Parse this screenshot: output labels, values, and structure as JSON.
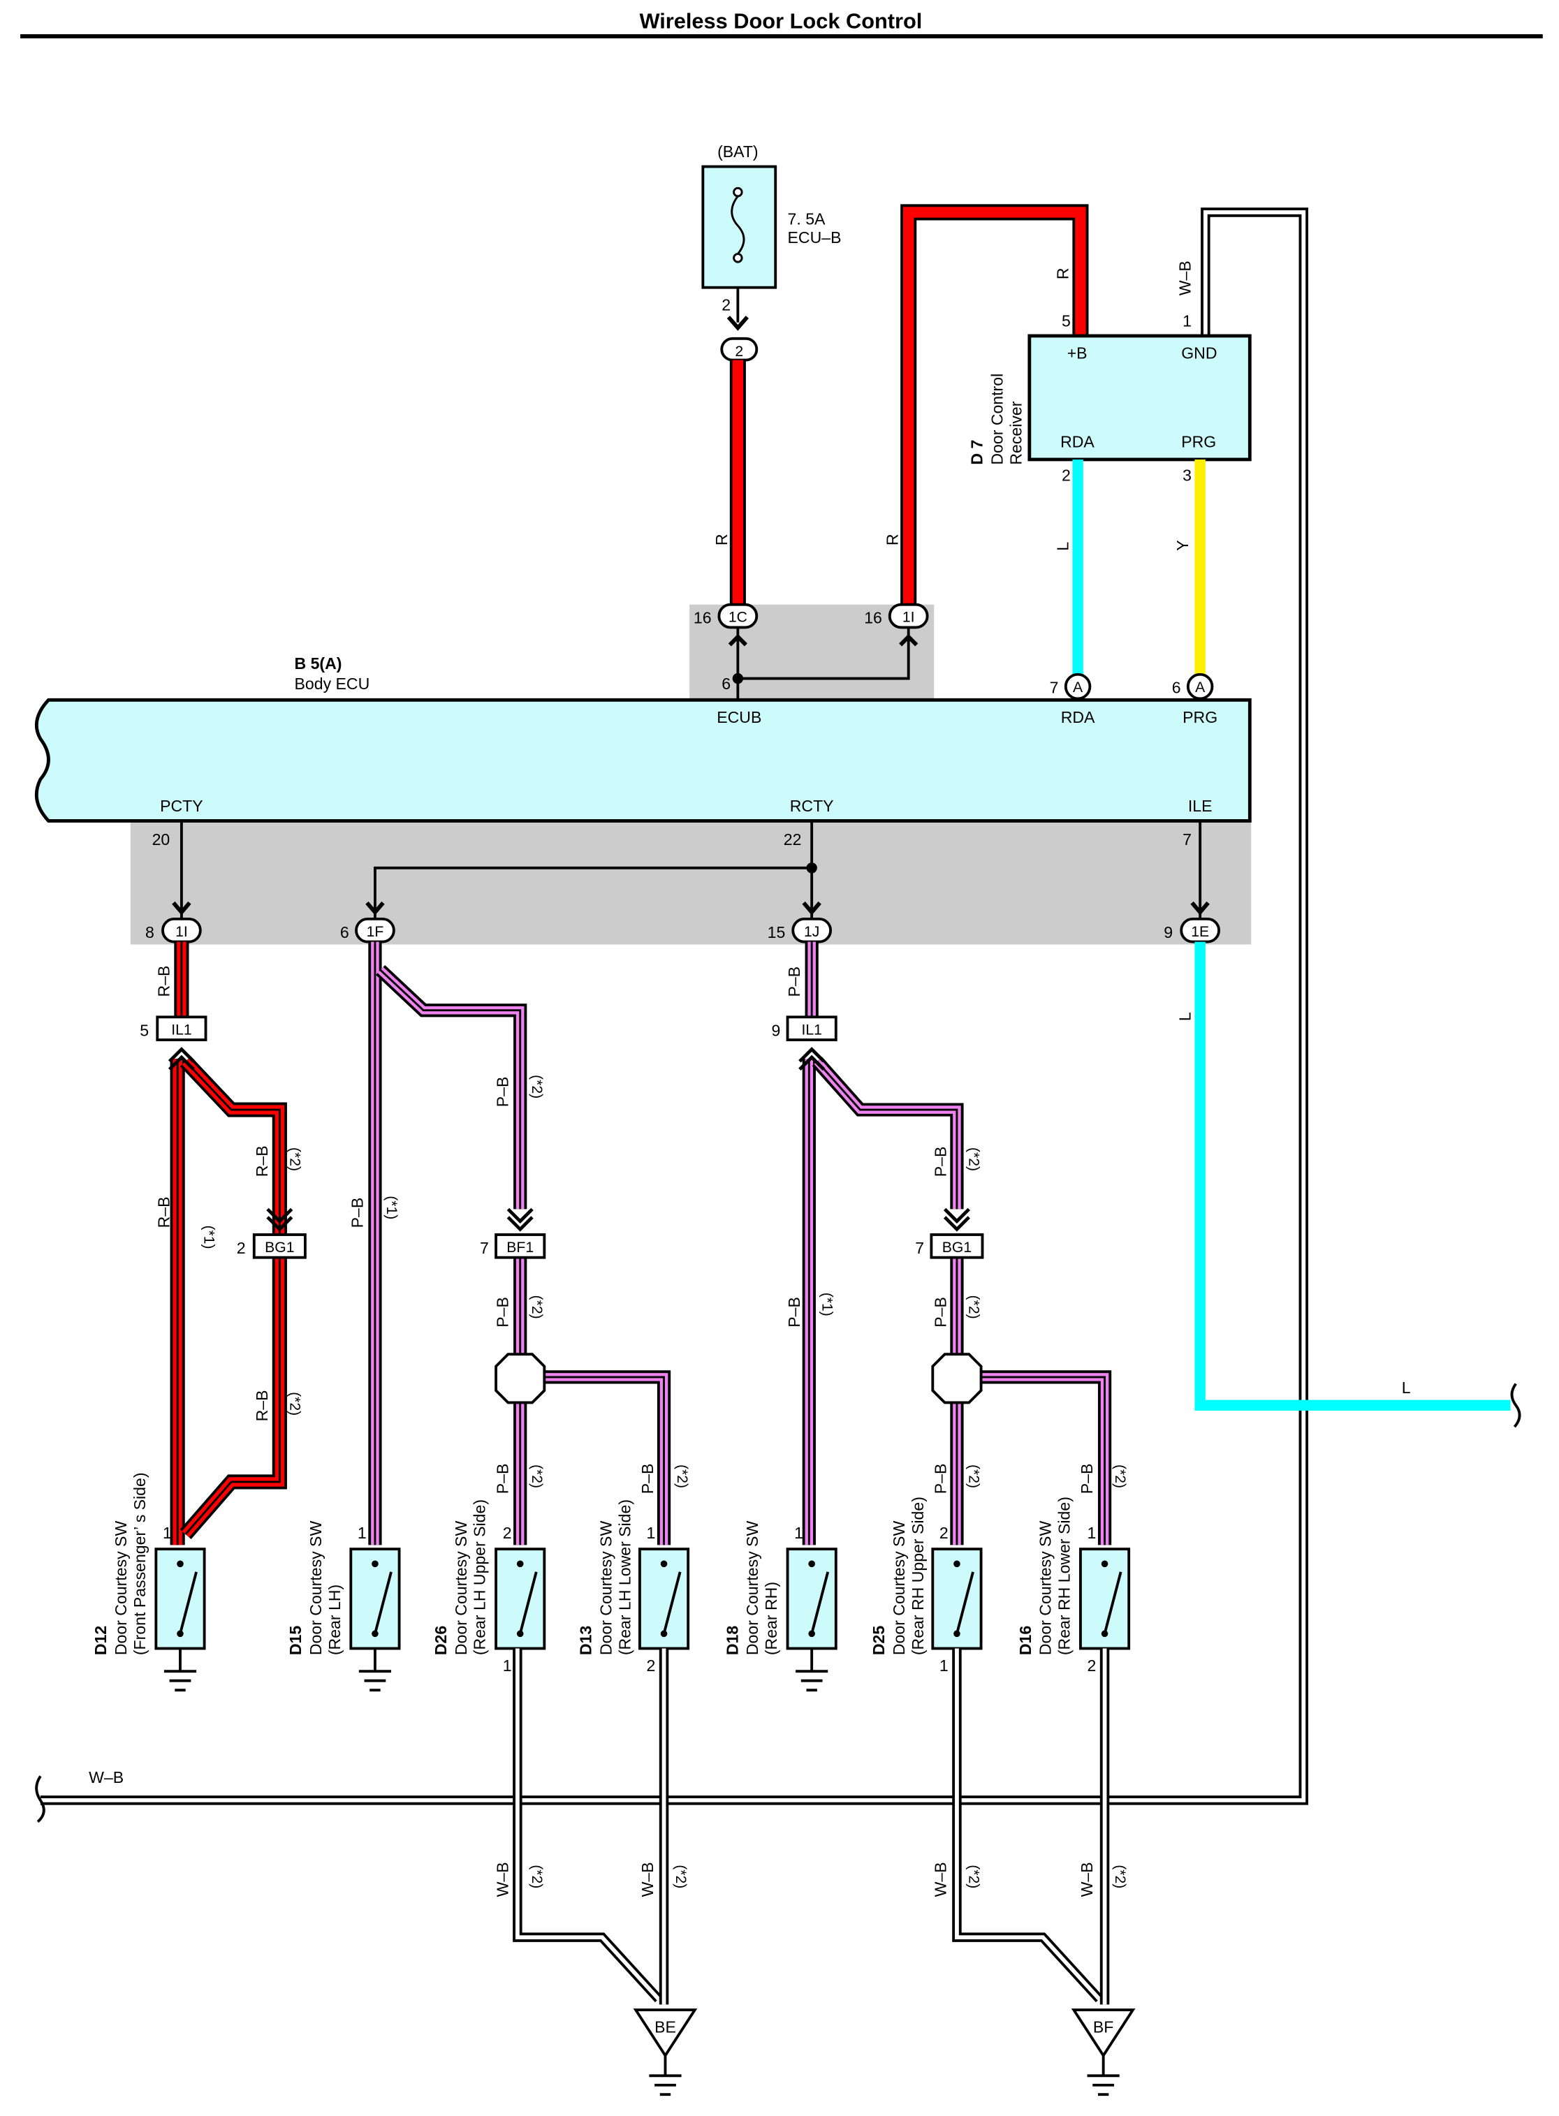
{
  "title": "Wireless Door Lock Control",
  "fuse": {
    "source": "(BAT)",
    "rating": "7. 5A",
    "name": "ECU–B",
    "pin": "2",
    "connector": "2"
  },
  "receiver": {
    "code": "D 7",
    "name_line1": "Door Control",
    "name_line2": "Receiver",
    "terminals": {
      "b": "+B",
      "gnd": "GND",
      "rda": "RDA",
      "prg": "PRG"
    },
    "pins": {
      "b": "5",
      "gnd": "1",
      "rda": "2",
      "prg": "3"
    }
  },
  "ecu": {
    "code": "B 5(A)",
    "name": "Body ECU",
    "terminals": {
      "ecub": "ECUB",
      "rda": "RDA",
      "prg": "PRG",
      "pcty": "PCTY",
      "rcty": "RCTY",
      "ile": "ILE"
    },
    "pins": {
      "ecub": "6",
      "rda": "7",
      "prg": "6",
      "pcty": "20",
      "rcty": "22",
      "ile": "7"
    },
    "ext_connector": "A"
  },
  "top_connectors": [
    {
      "id": "1C",
      "pin": "16"
    },
    {
      "id": "1I",
      "pin": "16"
    }
  ],
  "bottom_connectors": [
    {
      "id": "1I",
      "pin": "8"
    },
    {
      "id": "1F",
      "pin": "6"
    },
    {
      "id": "1J",
      "pin": "15"
    },
    {
      "id": "1E",
      "pin": "9"
    }
  ],
  "junctions": [
    {
      "id": "IL1",
      "pin": "5"
    },
    {
      "id": "IL1",
      "pin": "9"
    },
    {
      "id": "BG1",
      "pin": "2"
    },
    {
      "id": "BF1",
      "pin": "7"
    },
    {
      "id": "BG1",
      "pin": "7"
    }
  ],
  "wire_colors": {
    "r": "R",
    "wb": "W–B",
    "l": "L",
    "y": "Y",
    "rb": "R–B",
    "pb": "P–B"
  },
  "notes": {
    "n1": "(*1)",
    "n2": "(*2)"
  },
  "switches": [
    {
      "code": "D12",
      "line1": "Door Courtesy SW",
      "line2": "(Front Passenger’ s Side)",
      "pin_top": "1"
    },
    {
      "code": "D15",
      "line1": "Door Courtesy SW",
      "line2": "(Rear LH)",
      "pin_top": "1"
    },
    {
      "code": "D26",
      "line1": "Door Courtesy SW",
      "line2": "(Rear LH Upper Side)",
      "pin_top": "2",
      "pin_bottom": "1"
    },
    {
      "code": "D13",
      "line1": "Door Courtesy SW",
      "line2": "(Rear LH Lower Side)",
      "pin_top": "1",
      "pin_bottom": "2"
    },
    {
      "code": "D18",
      "line1": "Door Courtesy SW",
      "line2": "(Rear RH)",
      "pin_top": "1"
    },
    {
      "code": "D25",
      "line1": "Door Courtesy SW",
      "line2": "(Rear RH Upper Side)",
      "pin_top": "2",
      "pin_bottom": "1"
    },
    {
      "code": "D16",
      "line1": "Door Courtesy SW",
      "line2": "(Rear RH Lower Side)",
      "pin_top": "1",
      "pin_bottom": "2"
    }
  ],
  "grounds": [
    "BE",
    "BF"
  ],
  "colors": {
    "red": "#ff0000",
    "pink": "#ee82ee",
    "cyan": "#00ffff",
    "yellow": "#ffee00",
    "component_fill": "#cdfbfb",
    "shade": "#cccccc"
  }
}
